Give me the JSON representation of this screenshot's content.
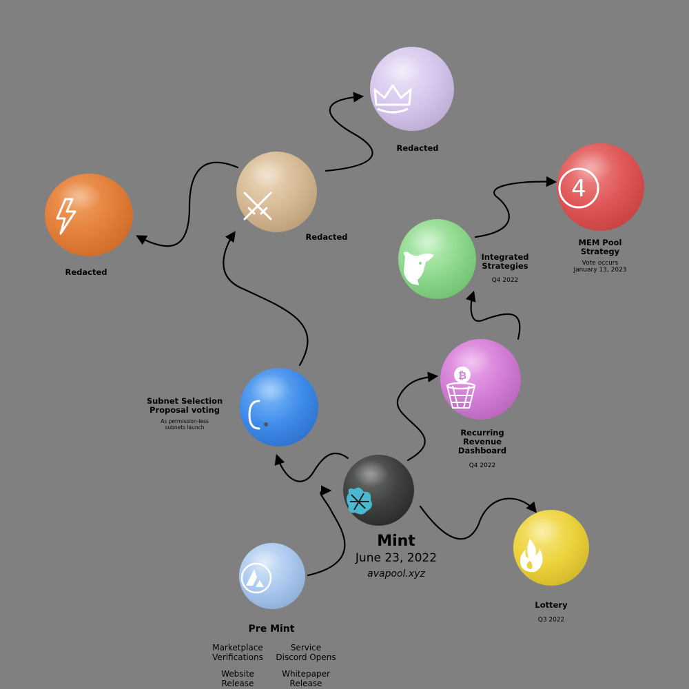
{
  "nodes": {
    "redacted_left": {
      "title": "Redacted"
    },
    "redacted_center": {
      "title": "Redacted"
    },
    "redacted_top": {
      "title": "Redacted"
    },
    "mem_pool": {
      "title": "MEM Pool Strategy",
      "subtitle_1": "Vote occurs",
      "subtitle_2": "January 13, 2023",
      "icon_text": "4"
    },
    "integrated": {
      "title": "Integrated Strategies",
      "date": "Q4 2022"
    },
    "recurring": {
      "title": "Recurring Revenue Dashboard",
      "date": "Q4 2022"
    },
    "subnet": {
      "title": "Subnet Selection Proposal voting",
      "subtitle": "As permission-less subnets launch"
    },
    "mint": {
      "title": "Mint",
      "date": "June 23, 2022",
      "url": "avapool.xyz"
    },
    "lottery": {
      "title": "Lottery",
      "date": "Q3 2022"
    },
    "pre_mint": {
      "title": "Pre Mint",
      "items": [
        "Marketplace Verifications",
        "Service Discord Opens",
        "Website Release",
        "Whitepaper Release"
      ]
    }
  },
  "icons": {
    "redacted_left": "lightning-icon",
    "redacted_center": "crossed-swords-icon",
    "redacted_top": "crown-icon",
    "mem_pool": "circled-four-icon",
    "integrated": "bull-icon",
    "recurring": "bitcoin-basketball-hoop-icon",
    "subnet": "c-shape-icon",
    "mint": "avapool-logo-icon",
    "lottery": "flame-icon",
    "pre_mint": "avalanche-logo-icon"
  },
  "colors": {
    "background": "#808080",
    "arrow": "#000000",
    "redacted_left": "#e6833e",
    "redacted_center": "#d6b994",
    "redacted_top": "#d6c6ec",
    "mem_pool": "#df5656",
    "integrated": "#8ed88c",
    "recurring": "#d47ed6",
    "subnet": "#3f8cea",
    "mint": "#3e413e",
    "lottery": "#ecd23c",
    "pre_mint": "#aac8ee"
  }
}
